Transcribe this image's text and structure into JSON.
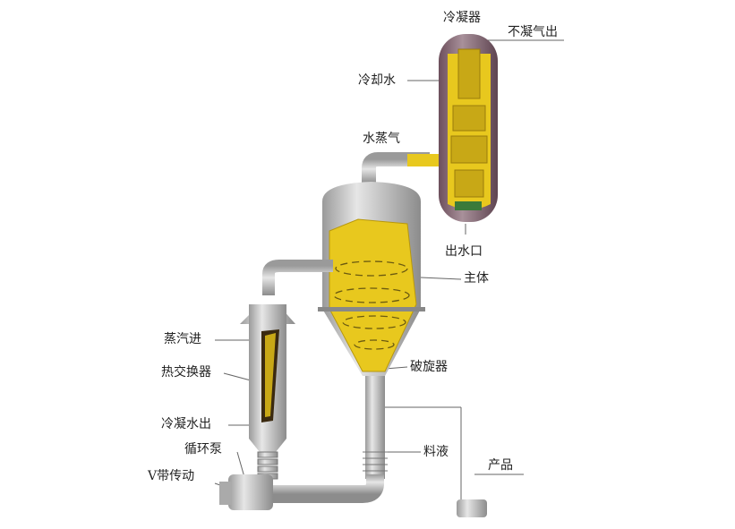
{
  "labels": {
    "condenser": "冷凝器",
    "noncondensable_out": "不凝气出",
    "cooling_water": "冷却水",
    "water_vapor": "水蒸气",
    "water_outlet": "出水口",
    "main_body": "主体",
    "steam_in": "蒸汽进",
    "heat_exchanger": "热交换器",
    "demister": "破旋器",
    "condensate_out": "冷凝水出",
    "circulation_pump": "循环泵",
    "v_belt_drive": "V带传动",
    "feed_liquid": "料液",
    "product": "产品"
  },
  "colors": {
    "liquid": "#e8c81e",
    "metal": "#c9c9c9",
    "metal_dark": "#8a8a8a",
    "condenser_shell": "#7a5e6a"
  }
}
